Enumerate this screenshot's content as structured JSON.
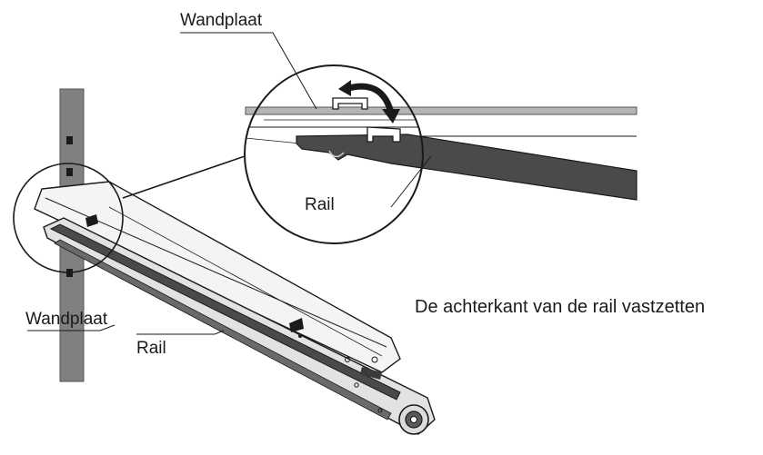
{
  "labels": {
    "wall_plate_top": "Wandplaat",
    "rail_zoom": "Rail",
    "wall_plate_bottom": "Wandplaat",
    "rail_bottom": "Rail",
    "caption": "De achterkant van de rail vastzetten"
  },
  "colors": {
    "line": "#1a1a1a",
    "rail_dark": "#4a4a4a",
    "wall_plate": "#808080",
    "wall_plate_light": "#b5b5b5"
  }
}
